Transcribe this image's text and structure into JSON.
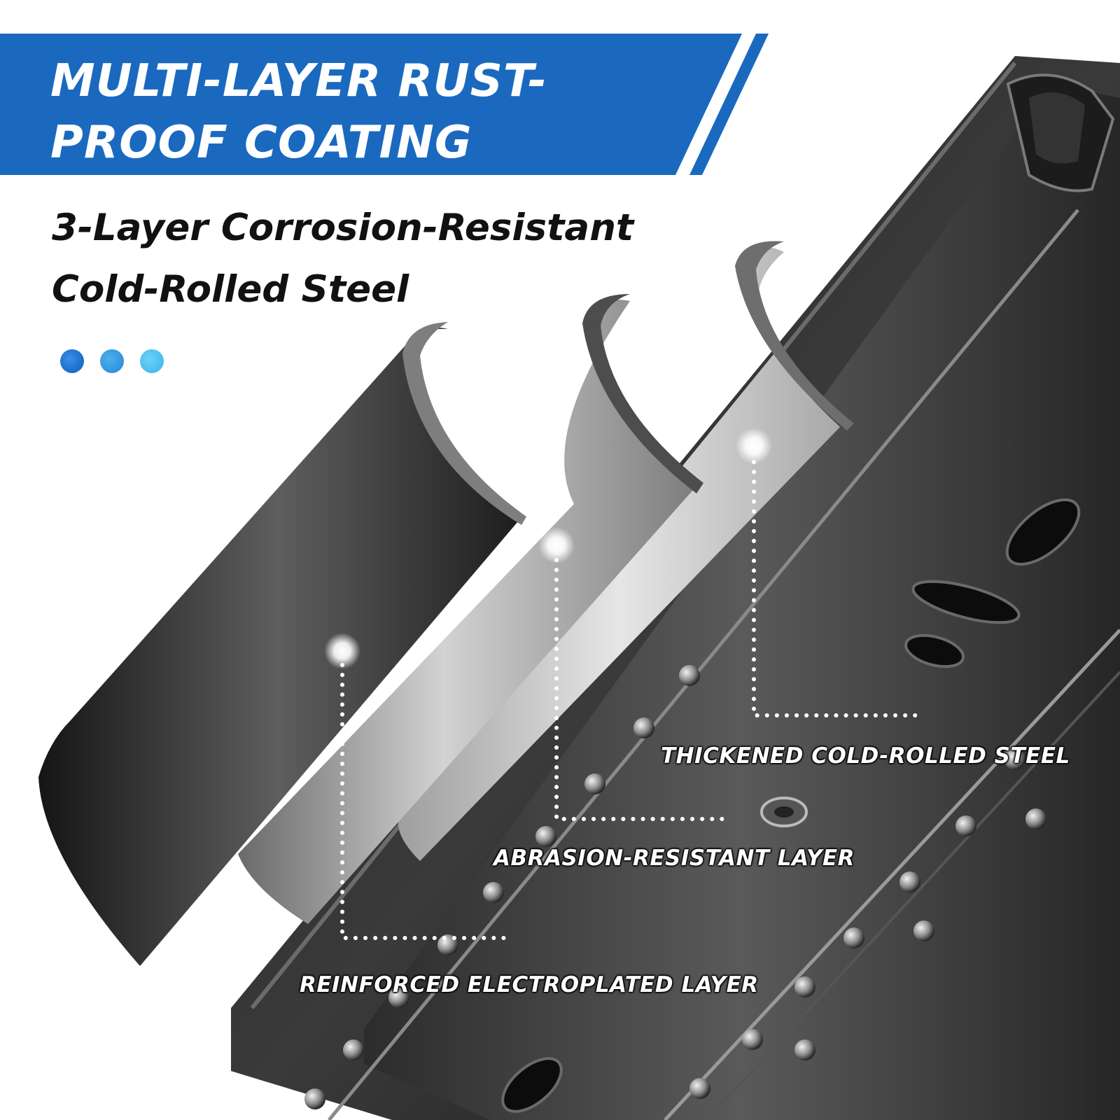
{
  "banner": {
    "title_lines": [
      "MULTI-LAYER RUST-",
      "PROOF COATING"
    ],
    "color": "#1a69bf"
  },
  "subtitle": {
    "lines": [
      "3-Layer Corrosion-Resistant",
      "Cold-Rolled Steel"
    ]
  },
  "dots": {
    "colors": [
      "#1a6cc8",
      "#2f93dc",
      "#47bdee"
    ]
  },
  "layers": [
    {
      "label": "THICKENED COLD-ROLLED STEEL"
    },
    {
      "label": "ABRASION-RESISTANT LAYER"
    },
    {
      "label": "REINFORCED ELECTROPLATED LAYER"
    }
  ],
  "product_image": {
    "subject": "black drawer slide rail with ball bearings",
    "layer_colors": [
      "#c4c4c4",
      "#9a9a9a",
      "#2a2a2a"
    ]
  }
}
